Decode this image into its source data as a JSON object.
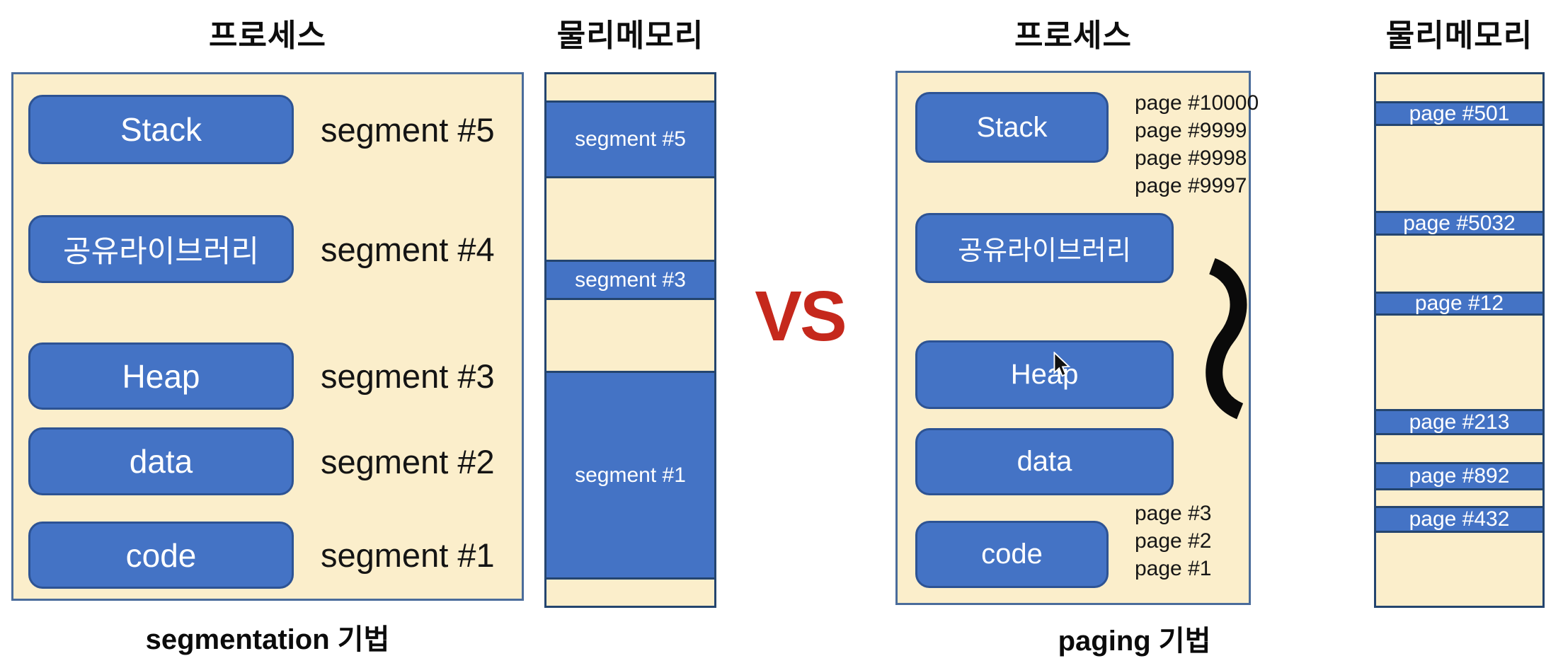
{
  "vs_label": "VS",
  "colors": {
    "box_blue": "#4473C5",
    "box_border": "#2D5394",
    "panel_border": "#4A6C9B",
    "memory_border": "#24456F",
    "cream_background": "#FBEECB",
    "vs_red": "#C5281C",
    "text_dark": "#111111",
    "box_text_white": "#FFFFFF"
  },
  "left": {
    "process_title": "프로세스",
    "memory_title": "물리메모리",
    "caption": "segmentation 기법",
    "rows": [
      {
        "label": "Stack",
        "annotation": "segment #5"
      },
      {
        "label": "공유라이브러리",
        "annotation": "segment #4"
      },
      {
        "label": "Heap",
        "annotation": "segment #3"
      },
      {
        "label": "data",
        "annotation": "segment #2"
      },
      {
        "label": "code",
        "annotation": "segment #1"
      }
    ],
    "memory_blocks": [
      "segment #5",
      "segment #3",
      "segment #1"
    ]
  },
  "right": {
    "process_title": "프로세스",
    "memory_title": "물리메모리",
    "caption": "paging 기법",
    "rows": [
      {
        "label": "Stack"
      },
      {
        "label": "공유라이브러리"
      },
      {
        "label": "Heap"
      },
      {
        "label": "data"
      },
      {
        "label": "code"
      }
    ],
    "stack_pages": [
      "page #10000",
      "page #9999",
      "page #9998",
      "page #9997"
    ],
    "code_pages": [
      "page #3",
      "page #2",
      "page #1"
    ],
    "memory_blocks": [
      "page #501",
      "page #5032",
      "page #12",
      "page #213",
      "page #892",
      "page #432"
    ]
  }
}
